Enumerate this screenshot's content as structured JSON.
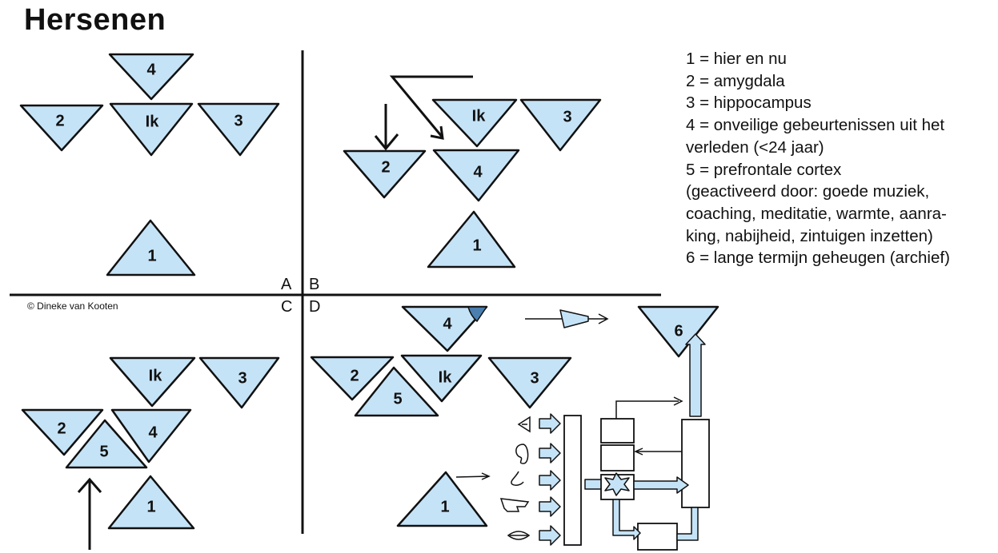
{
  "title": "Hersenen",
  "quadrant_labels": {
    "a": "A",
    "b": "B",
    "c": "C",
    "d": "D"
  },
  "copyright": "© Dineke van Kooten",
  "triangles": {
    "ik": "Ik",
    "n1": "1",
    "n2": "2",
    "n3": "3",
    "n4": "4",
    "n5": "5",
    "n6": "6"
  },
  "legend": [
    "1 = hier en nu",
    "2 = amygdala",
    "3 = hippocampus",
    "4 = onveilige gebeurtenissen uit het",
    "verleden (<24 jaar)",
    "5 = prefrontale cortex",
    "(geactiveerd door: goede muziek,",
    "coaching, meditatie, warmte, aanra-",
    "king, nabijheid, zintuigen inzetten)",
    "6 = lange termijn geheugen (archief)"
  ],
  "colors": {
    "triangle_fill": "#c5e3f7",
    "ink": "#111111",
    "shade": "#4a7fb0"
  },
  "icons": [
    "eye-icon",
    "ear-icon",
    "nose-icon",
    "hand-icon",
    "mouth-icon"
  ]
}
